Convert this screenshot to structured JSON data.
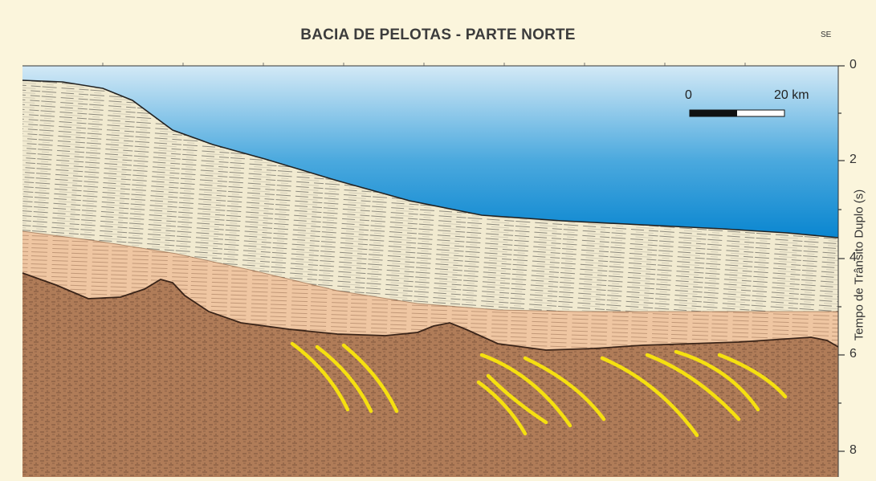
{
  "title": "BACIA DE PELOTAS - PARTE NORTE",
  "direction_label": "SE",
  "axis": {
    "title": "Tempo de Trânsito Duplo (s)",
    "tick_labels": [
      "0",
      "2",
      "4",
      "6",
      "8"
    ]
  },
  "scale_bar": {
    "start_label": "0",
    "end_label": "20 km"
  },
  "colors": {
    "background": "#fbf5dc",
    "water_top": "#cfe7f6",
    "water_bottom": "#0a86d0",
    "upper_sediments": "#f2ecd3",
    "middle_sediments": "#efc19c",
    "basement": "#b07c58",
    "faults": "#f5e010"
  }
}
